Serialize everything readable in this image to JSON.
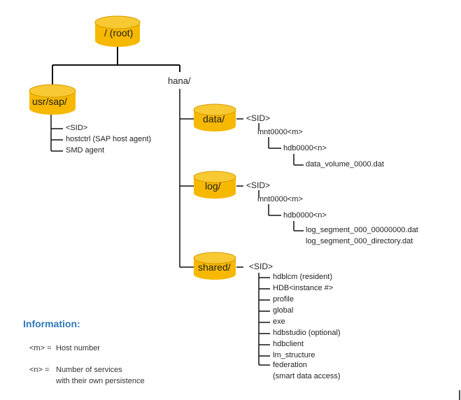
{
  "root": "/ (root)",
  "usr_sap": {
    "label": "usr/sap/",
    "items": [
      "<SID>",
      "hostctrl (SAP host agent)",
      "SMD agent"
    ]
  },
  "hana": "hana/",
  "data": {
    "label": "data/",
    "sid": "<SID>",
    "mnt": "mnt0000<m>",
    "hdb": "hdb0000<n>",
    "file": "data_volume_0000.dat"
  },
  "log": {
    "label": "log/",
    "sid": "<SID>",
    "mnt": "mnt0000<m>",
    "hdb": "hdb0000<n>",
    "files": [
      "log_segment_000_00000000.dat",
      "log_segment_000_directory.dat"
    ]
  },
  "shared": {
    "label": "shared/",
    "sid": "<SID>",
    "items": [
      "hdblcm (resident)",
      "HDB<instance #>",
      "profile",
      "global",
      "exe",
      "hdbstudio (optional)",
      "hdbclient",
      "lm_structure",
      "federation"
    ],
    "federation_note": "(smart data access)"
  },
  "information": {
    "title": "Information:",
    "m_key": "<m> =",
    "m_value": "Host number",
    "n_key": "<n> =",
    "n_value_1": "Number of services",
    "n_value_2": "with their own persistence"
  },
  "colors": {
    "cylinder_body": "#f6b800",
    "cylinder_top": "#f9c934",
    "cylinder_edge": "#d79c00",
    "lines": "#111111",
    "info_title": "#2f78b5"
  }
}
